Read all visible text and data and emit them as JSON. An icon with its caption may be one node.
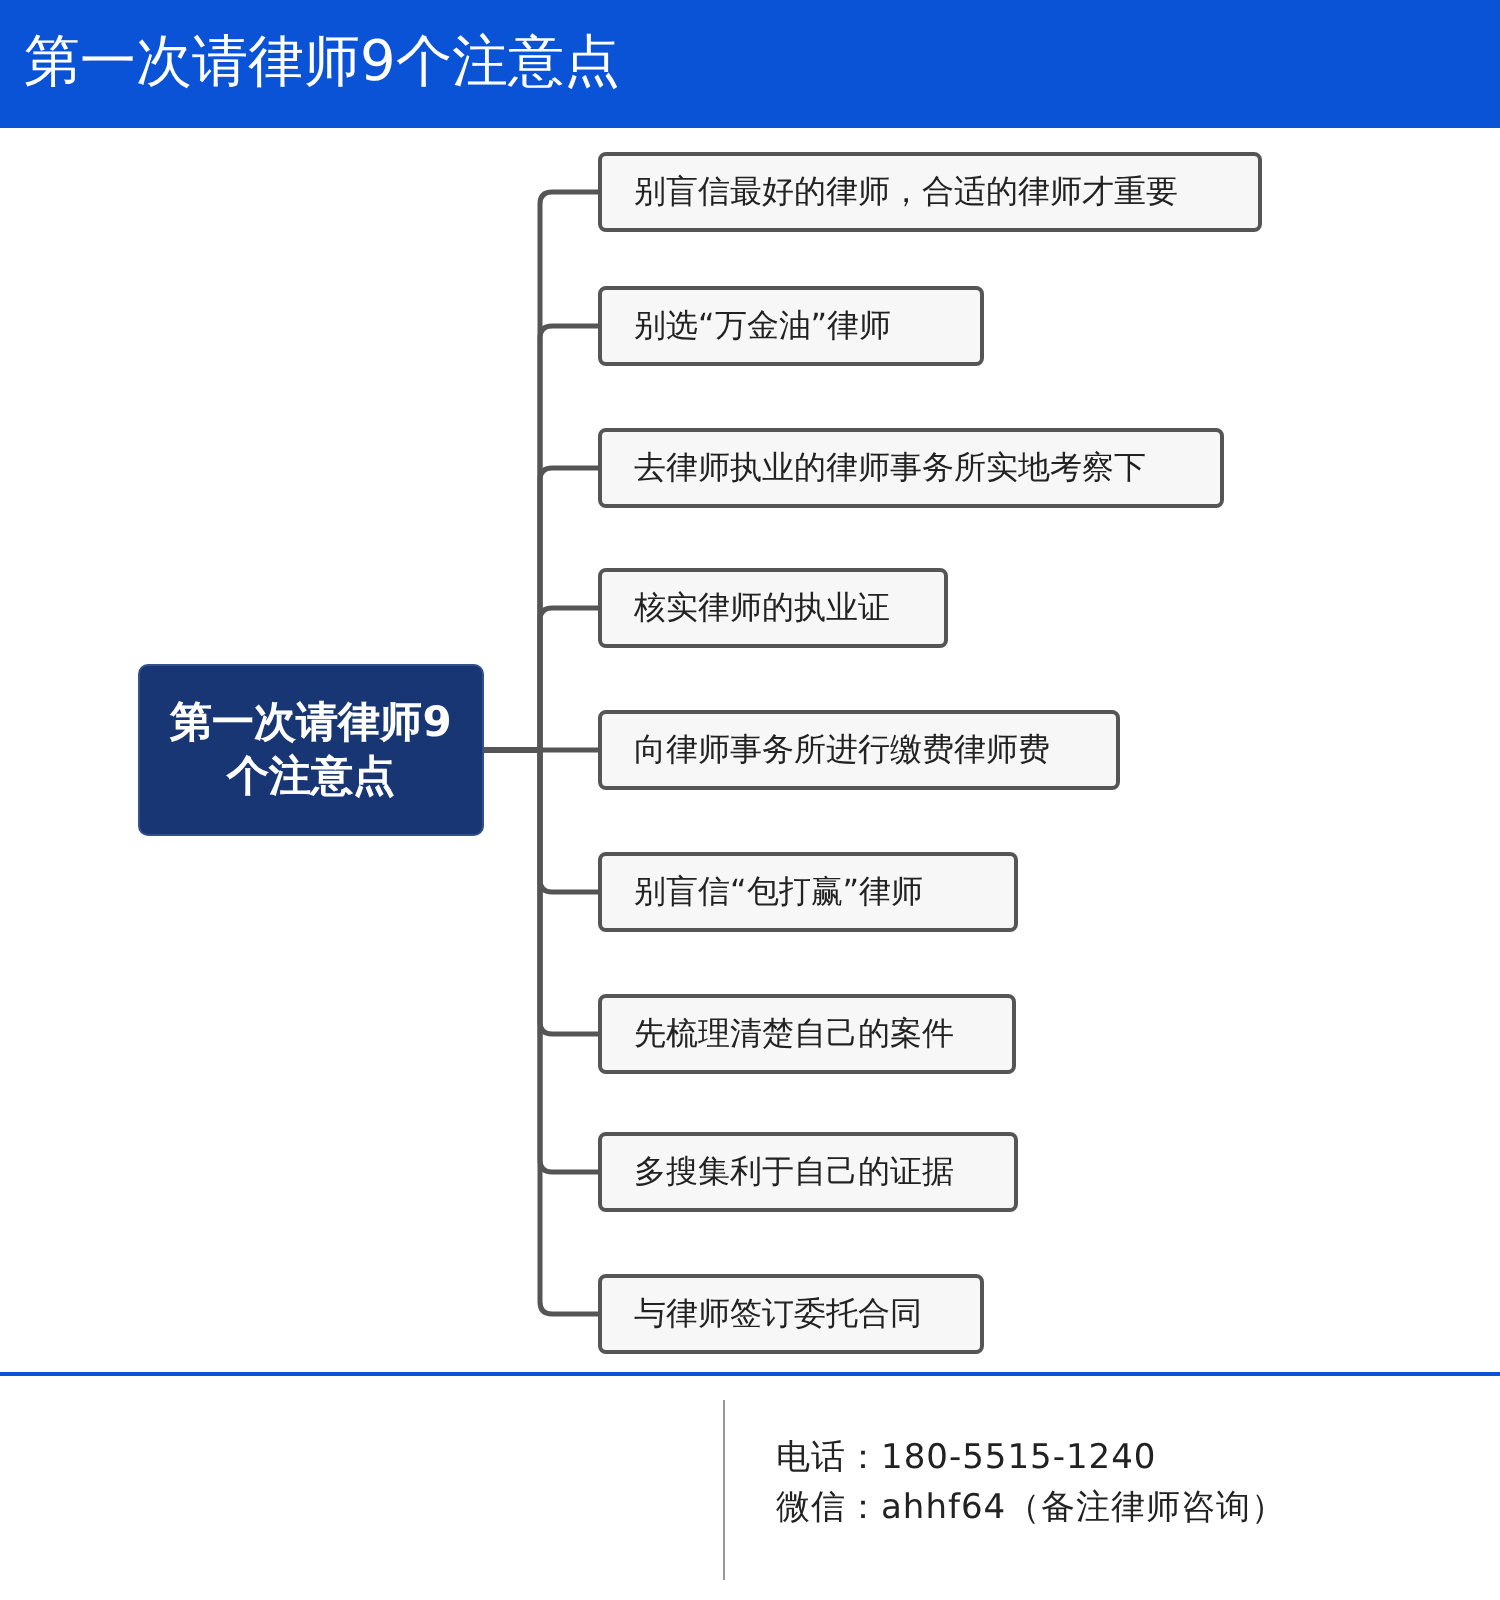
{
  "diagram": {
    "title": "第一次请律师9个注意点",
    "nodes": [
      {
        "text": [
          "第一次请律师9个注意点"
        ]
      },
      {
        "text": [
          "别盲信最好的律师，合适的律师才重要"
        ]
      },
      {
        "text": [
          "别选“万金油”律师"
        ]
      },
      {
        "text": [
          "去律师执业的律师事务所实地考察下"
        ]
      },
      {
        "text": [
          "核实律师的执业证"
        ]
      },
      {
        "text": [
          "向律师事务所进行缴费律师费"
        ]
      },
      {
        "text": [
          "别盲信“包打赢”律师"
        ]
      },
      {
        "text": [
          "先梳理清楚自己的案件"
        ]
      },
      {
        "text": [
          "多搜集利于自己的证据"
        ]
      },
      {
        "text": [
          "与律师签订委托合同"
        ]
      }
    ],
    "edges": [
      {
        "from": 0,
        "to": 1,
        "arrow": "none"
      },
      {
        "from": 0,
        "to": 2,
        "arrow": "none"
      },
      {
        "from": 0,
        "to": 3,
        "arrow": "none"
      },
      {
        "from": 0,
        "to": 4,
        "arrow": "none"
      },
      {
        "from": 0,
        "to": 5,
        "arrow": "none"
      },
      {
        "from": 0,
        "to": 6,
        "arrow": "none"
      },
      {
        "from": 0,
        "to": 7,
        "arrow": "none"
      },
      {
        "from": 0,
        "to": 8,
        "arrow": "none"
      },
      {
        "from": 0,
        "to": 9,
        "arrow": "none"
      }
    ],
    "labels": [
      "电话：180-5515-1240",
      "微信：ahhf64（备注律师咨询）"
    ]
  }
}
